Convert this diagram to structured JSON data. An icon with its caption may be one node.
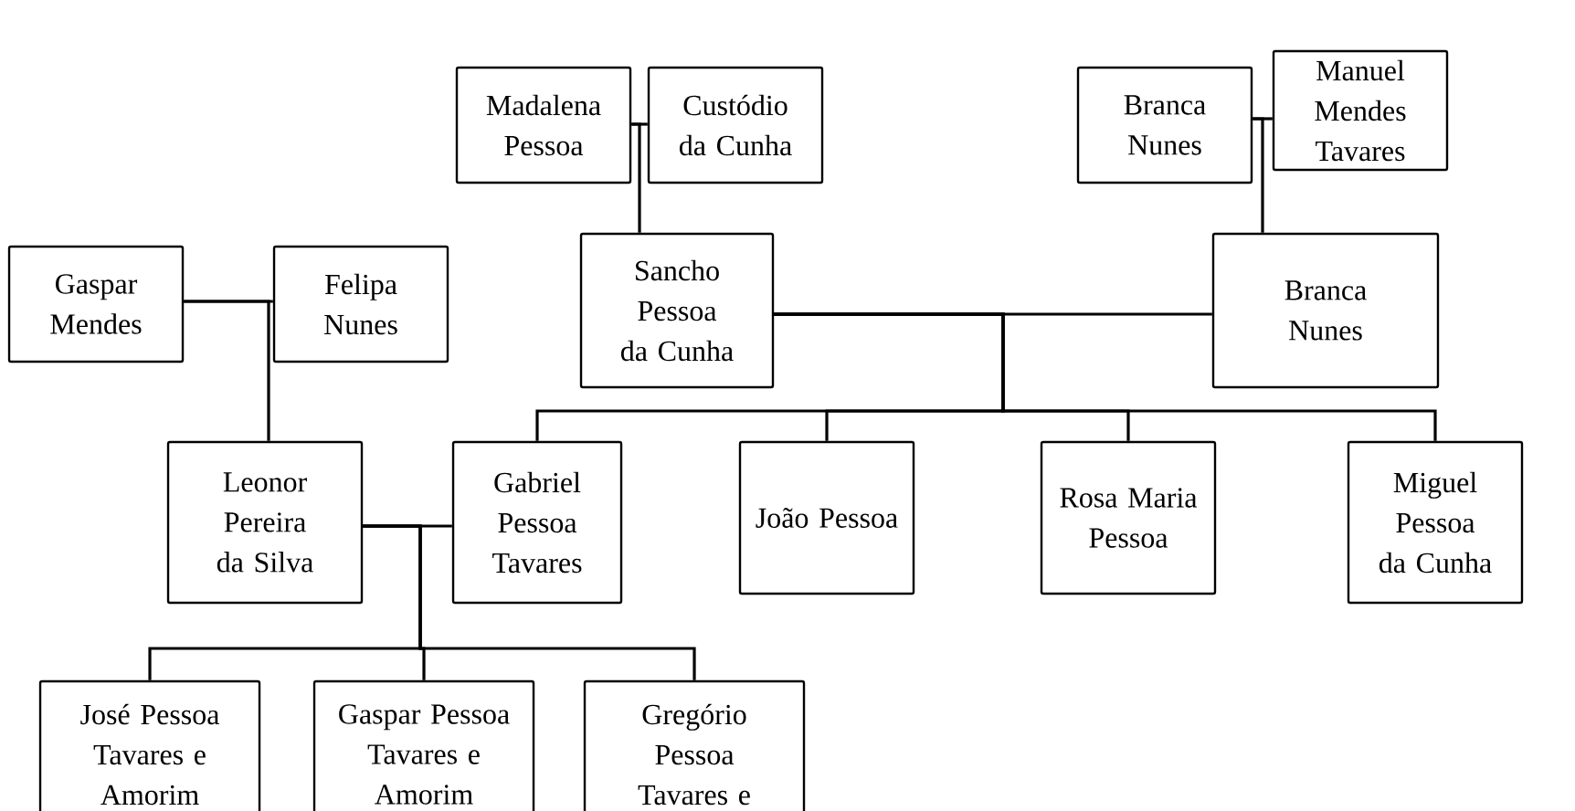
{
  "diagram": {
    "nodes": [
      {
        "text": [
          "Madalena Pessoa"
        ]
      },
      {
        "text": [
          "Custódio da Cunha"
        ]
      },
      {
        "text": [
          "Branca Nunes"
        ]
      },
      {
        "text": [
          "Manuel Mendes Tavares"
        ]
      },
      {
        "text": [
          "Gaspar Mendes"
        ]
      },
      {
        "text": [
          "Felipa Nunes"
        ]
      },
      {
        "text": [
          "Sancho Pessoa da Cunha"
        ]
      },
      {
        "text": [
          "Branca Nunes"
        ]
      },
      {
        "text": [
          "Leonor Pereira da Silva"
        ]
      },
      {
        "text": [
          "Gabriel Pessoa Tavares"
        ]
      },
      {
        "text": [
          "João Pessoa"
        ]
      },
      {
        "text": [
          "Rosa Maria Pessoa"
        ]
      },
      {
        "text": [
          "Miguel Pessoa da Cunha"
        ]
      },
      {
        "text": [
          "José Pessoa Tavares e Amorim"
        ]
      },
      {
        "text": [
          "Gaspar Pessoa Tavares e Amorim"
        ]
      },
      {
        "text": [
          "Gregório Pessoa Tavares e"
        ]
      }
    ],
    "edges": [
      {
        "from": 0,
        "to": 1,
        "arrow": "none"
      },
      {
        "from": 2,
        "to": 3,
        "arrow": "none"
      },
      {
        "from": 4,
        "to": 5,
        "arrow": "none"
      },
      {
        "from": 6,
        "to": 7,
        "arrow": "none"
      },
      {
        "from": 8,
        "to": 9,
        "arrow": "none"
      },
      {
        "from": 0,
        "to": 6,
        "arrow": "none"
      },
      {
        "from": 2,
        "to": 7,
        "arrow": "none"
      },
      {
        "from": 4,
        "to": 8,
        "arrow": "none"
      },
      {
        "from": 6,
        "to": 9,
        "arrow": "none"
      },
      {
        "from": 6,
        "to": 10,
        "arrow": "none"
      },
      {
        "from": 6,
        "to": 11,
        "arrow": "none"
      },
      {
        "from": 6,
        "to": 12,
        "arrow": "none"
      },
      {
        "from": 8,
        "to": 13,
        "arrow": "none"
      },
      {
        "from": 8,
        "to": 14,
        "arrow": "none"
      },
      {
        "from": 8,
        "to": 15,
        "arrow": "none"
      }
    ]
  }
}
